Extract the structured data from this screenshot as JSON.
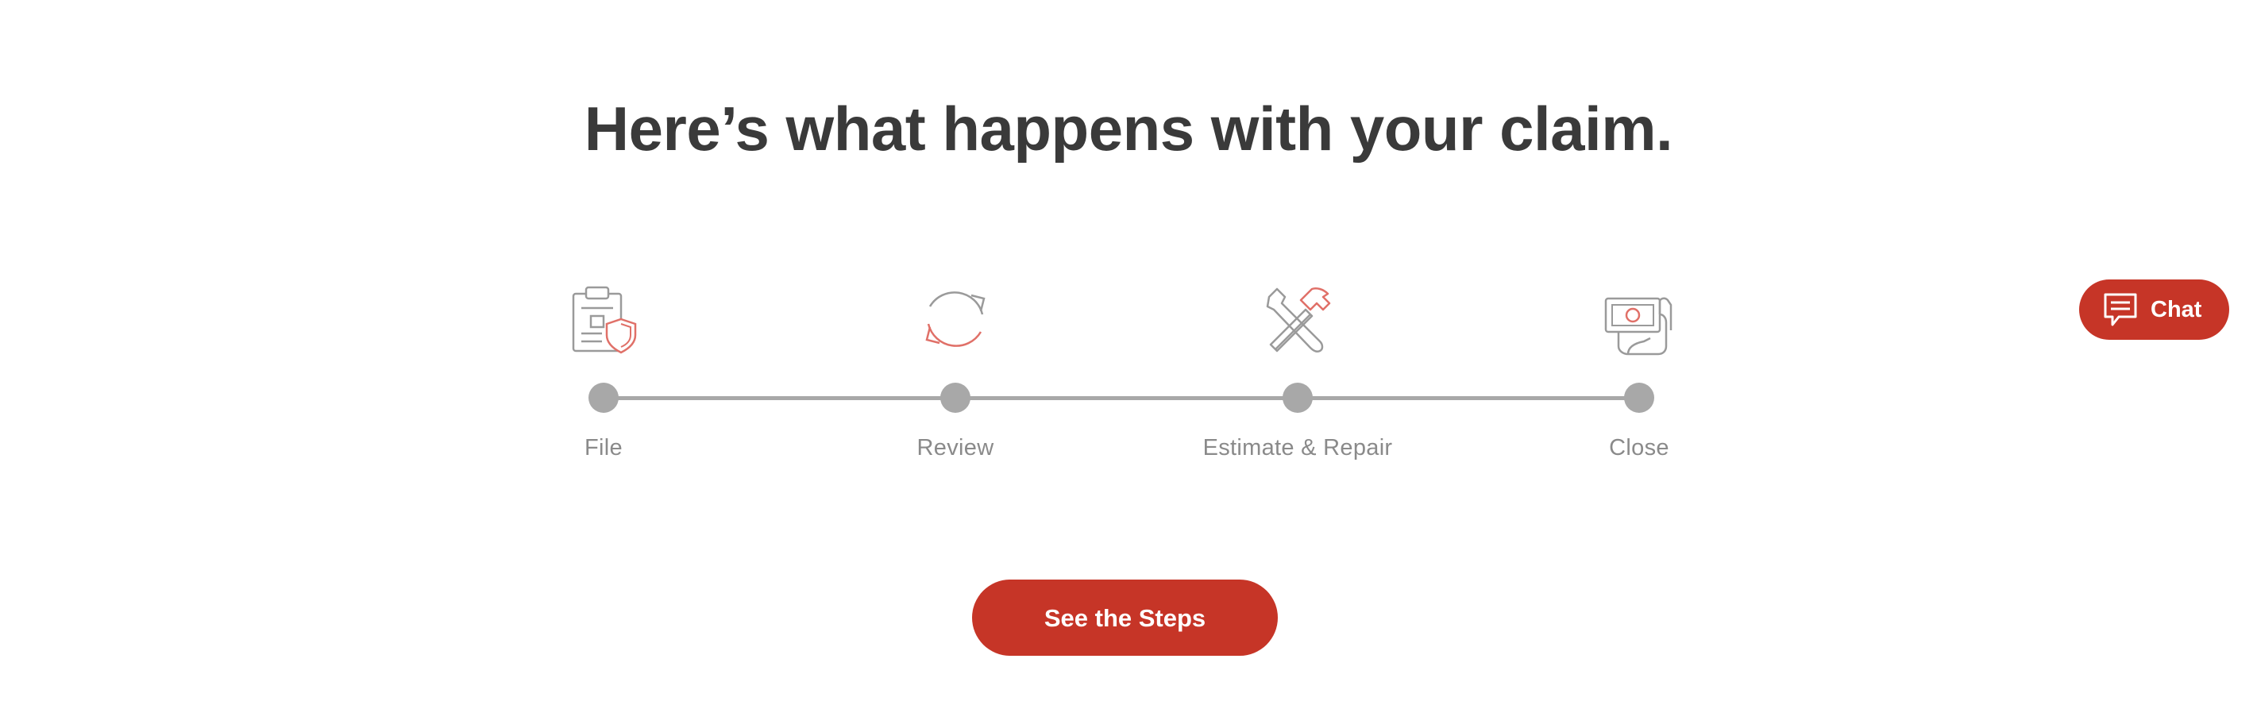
{
  "heading": "Here’s what happens with your claim.",
  "steps": [
    {
      "label": "File",
      "icon": "clipboard-shield-icon"
    },
    {
      "label": "Review",
      "icon": "refresh-icon"
    },
    {
      "label": "Estimate & Repair",
      "icon": "tools-icon"
    },
    {
      "label": "Close",
      "icon": "hand-money-icon"
    }
  ],
  "cta": {
    "label": "See the Steps"
  },
  "chat": {
    "label": "Chat",
    "icon": "chat-bubble-icon"
  },
  "colors": {
    "accent": "#c63527",
    "heading": "#3a3a3a",
    "timeline": "#a8a8a8",
    "label": "#8a8a8a",
    "icon_gray": "#9a9a9a",
    "icon_red": "#e07068"
  }
}
